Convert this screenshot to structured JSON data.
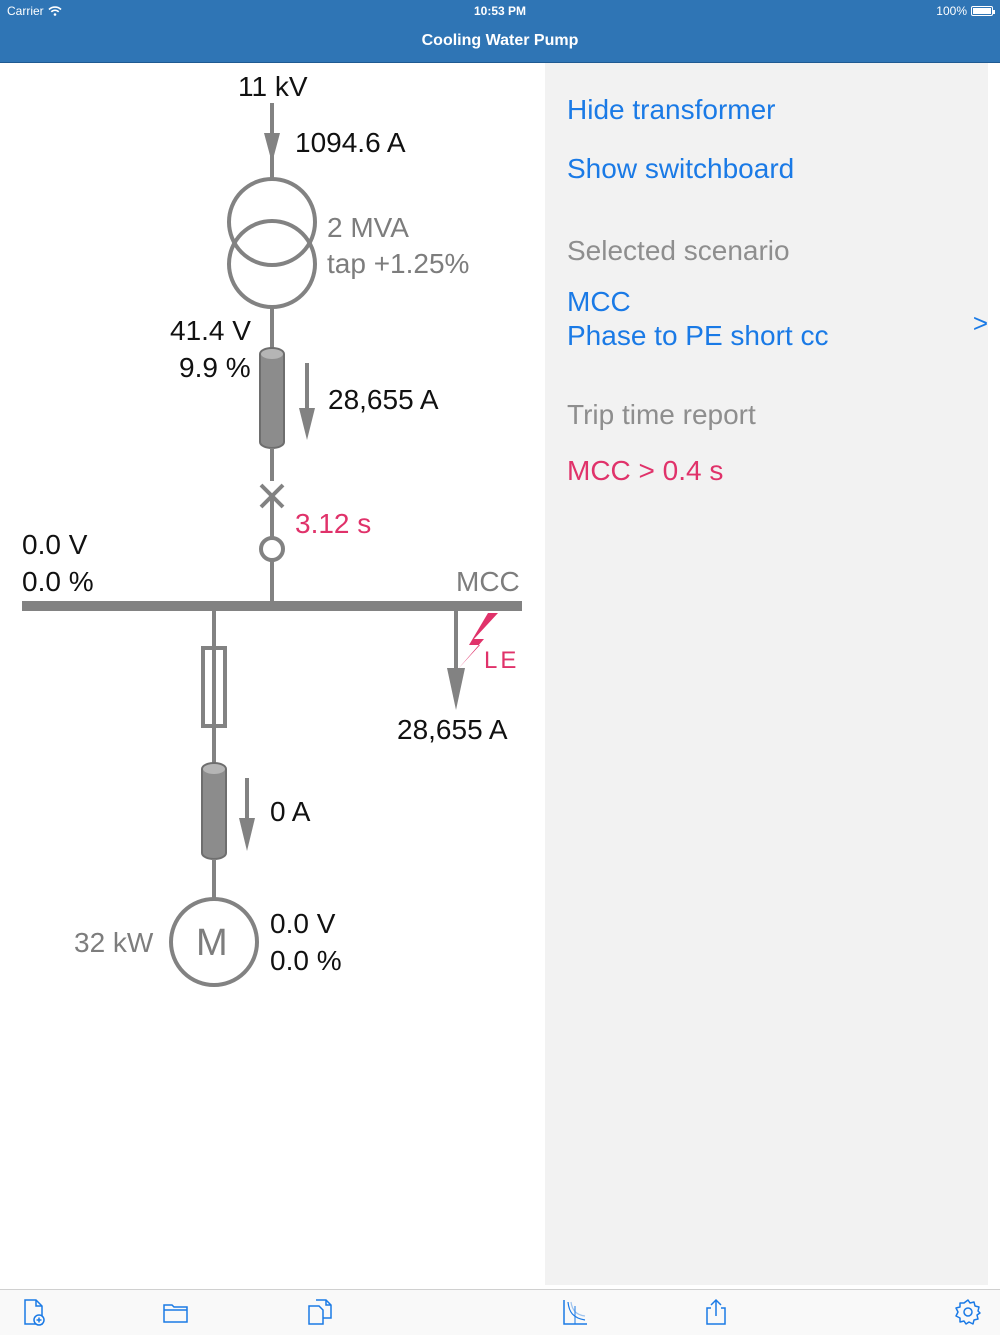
{
  "status_bar": {
    "carrier": "Carrier",
    "time": "10:53 PM",
    "battery": "100%"
  },
  "nav": {
    "title": "Cooling Water Pump"
  },
  "diagram": {
    "supply_voltage": "11 kV",
    "supply_current": "1094.6 A",
    "transformer_rating": "2 MVA",
    "transformer_tap": "tap +1.25%",
    "secondary_voltage": "41.4 V",
    "secondary_percent": "9.9 %",
    "cable_current": "28,655 A",
    "breaker_trip_time": "3.12 s",
    "bus_voltage": "0.0 V",
    "bus_percent": "0.0 %",
    "bus_name": "MCC",
    "fault_label": "LE",
    "fault_current": "28,655 A",
    "motor_cable_current": "0 A",
    "motor_power": "32 kW",
    "motor_symbol": "M",
    "motor_voltage": "0.0 V",
    "motor_percent": "0.0 %"
  },
  "side_panel": {
    "hide_transformer": "Hide transformer",
    "show_switchboard": "Show switchboard",
    "selected_scenario_heading": "Selected scenario",
    "scenario_bus": "MCC",
    "scenario_type": "Phase to PE short cc",
    "chevron": ">",
    "trip_report_heading": "Trip time report",
    "trip_report_item": "MCC > 0.4 s"
  },
  "toolbar": {
    "icons": [
      "new-document-icon",
      "folder-icon",
      "duplicate-icon",
      "chart-icon",
      "share-icon",
      "settings-gear-icon"
    ]
  },
  "colors": {
    "nav": "#2f75b5",
    "link_blue": "#1a7ae6",
    "alert_red": "#e0326a",
    "line_gray": "#828282",
    "panel_bg": "#f2f2f2"
  }
}
